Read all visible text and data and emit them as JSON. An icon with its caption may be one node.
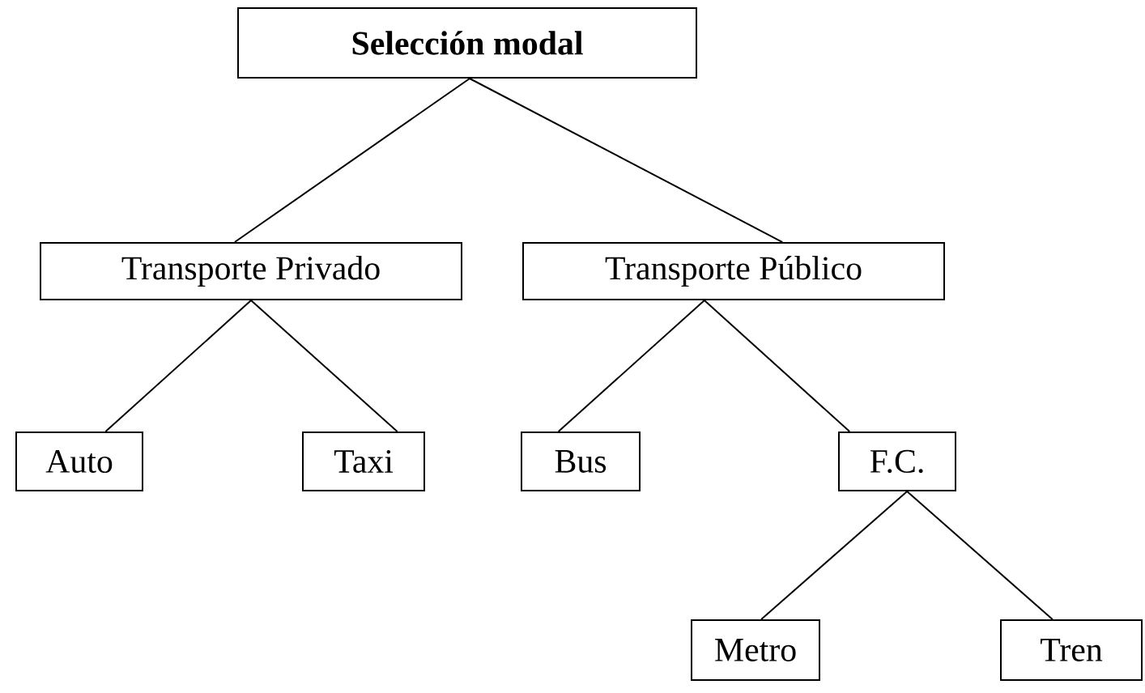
{
  "diagram": {
    "nodes": [
      {
        "text": [
          "Selección modal"
        ]
      },
      {
        "text": [
          "Transporte Privado"
        ]
      },
      {
        "text": [
          "Transporte Público"
        ]
      },
      {
        "text": [
          "Auto"
        ]
      },
      {
        "text": [
          "Taxi"
        ]
      },
      {
        "text": [
          "Bus"
        ]
      },
      {
        "text": [
          "F.C."
        ]
      },
      {
        "text": [
          "Metro"
        ]
      },
      {
        "text": [
          "Tren"
        ]
      }
    ],
    "edges": [
      {
        "from": 0,
        "to": 1,
        "arrow": "none"
      },
      {
        "from": 0,
        "to": 2,
        "arrow": "none"
      },
      {
        "from": 1,
        "to": 3,
        "arrow": "none"
      },
      {
        "from": 1,
        "to": 4,
        "arrow": "none"
      },
      {
        "from": 2,
        "to": 5,
        "arrow": "none"
      },
      {
        "from": 2,
        "to": 6,
        "arrow": "none"
      },
      {
        "from": 6,
        "to": 7,
        "arrow": "none"
      },
      {
        "from": 6,
        "to": 8,
        "arrow": "none"
      }
    ]
  }
}
